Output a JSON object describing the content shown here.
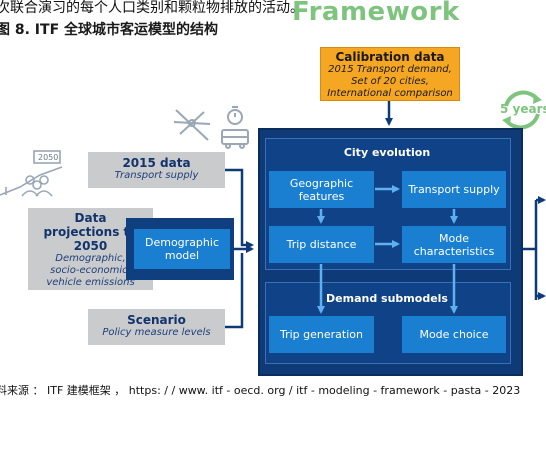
{
  "header": {
    "top_text": "次联合演习的每个人口类别和颗粒物排放的活动。",
    "caption": "图 8. ITF 全球城市客运模型的结构",
    "framework_word": "Framework"
  },
  "calibration": {
    "title": "Calibration data",
    "lines": [
      "2015 Transport demand,",
      "Set of 20 cities,",
      "International comparison"
    ]
  },
  "years_badge": "5 years",
  "year_icon_label": "2050",
  "inputs": {
    "data2015": {
      "title": "2015 data",
      "subtitle": "Transport supply"
    },
    "projections": {
      "title_line1": "Data",
      "title_line2": "projections to",
      "title_line3": "2050",
      "sub1": "Demographic,",
      "sub2": "socio-economic,",
      "sub3": "vehicle emissions"
    },
    "scenario": {
      "title": "Scenario",
      "subtitle": "Policy measure levels"
    }
  },
  "demographic_model": {
    "line1": "Demographic",
    "line2": "model"
  },
  "city_evolution": {
    "title": "City evolution",
    "geo_line1": "Geographic",
    "geo_line2": "features",
    "transport_supply": "Transport supply",
    "trip_distance": "Trip distance",
    "mode_line1": "Mode",
    "mode_line2": "characteristics"
  },
  "demand_submodels": {
    "title": "Demand submodels",
    "trip_generation": "Trip generation",
    "mode_choice": "Mode choice"
  },
  "footer": "料来源 ： ITF 建模框架 ， https: / / www. itf - oecd. org / itf - modeling - framework - pasta - 2023",
  "colors": {
    "accent_blue": "#1a7fd1",
    "navy": "#0e3a78",
    "orange": "#f5a623",
    "green": "#7fc47e",
    "gray": "#c9cbcd"
  },
  "icons": [
    "map-icon",
    "stopwatch-icon",
    "bus-icon",
    "people-icon",
    "chart-icon",
    "cycle-icon"
  ]
}
